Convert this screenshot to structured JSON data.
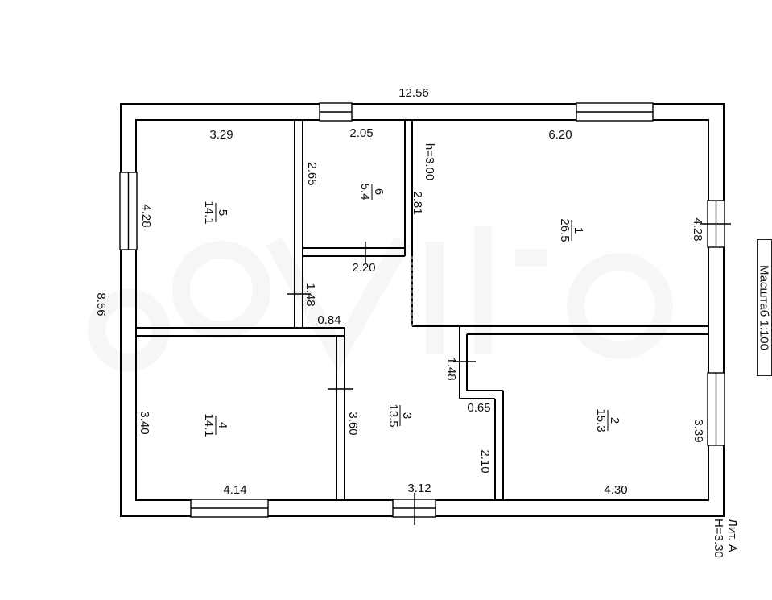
{
  "plan": {
    "overall_width": "12.56",
    "overall_height": "8.56",
    "ceiling_height": "h=3.00",
    "rooms": [
      {
        "id": "1",
        "area": "26.5",
        "width_label": "6.20",
        "height_label": "4.28"
      },
      {
        "id": "2",
        "area": "15.3",
        "width_label": "4.30",
        "height_label": "3.39"
      },
      {
        "id": "3",
        "area": "13.5",
        "width_label": "3.12",
        "height_label": "3.60"
      },
      {
        "id": "4",
        "area": "14.1",
        "width_label": "4.14",
        "height_label": "3.40"
      },
      {
        "id": "5",
        "area": "14.1",
        "width_label": "3.29",
        "height_label": "4.28"
      },
      {
        "id": "6",
        "area": "5.4",
        "width_label": "2.05",
        "height_label": "2.65"
      }
    ],
    "corridor_dims": {
      "d220": "2.20",
      "d281": "2.81",
      "d148a": "1.48",
      "d084": "0.84",
      "d148b": "1.48",
      "d065": "0.65",
      "d210": "2.10"
    }
  },
  "scale_label": "Масштаб 1:100",
  "lit_line1": "Лит. А",
  "lit_line2": "Н=3.30"
}
